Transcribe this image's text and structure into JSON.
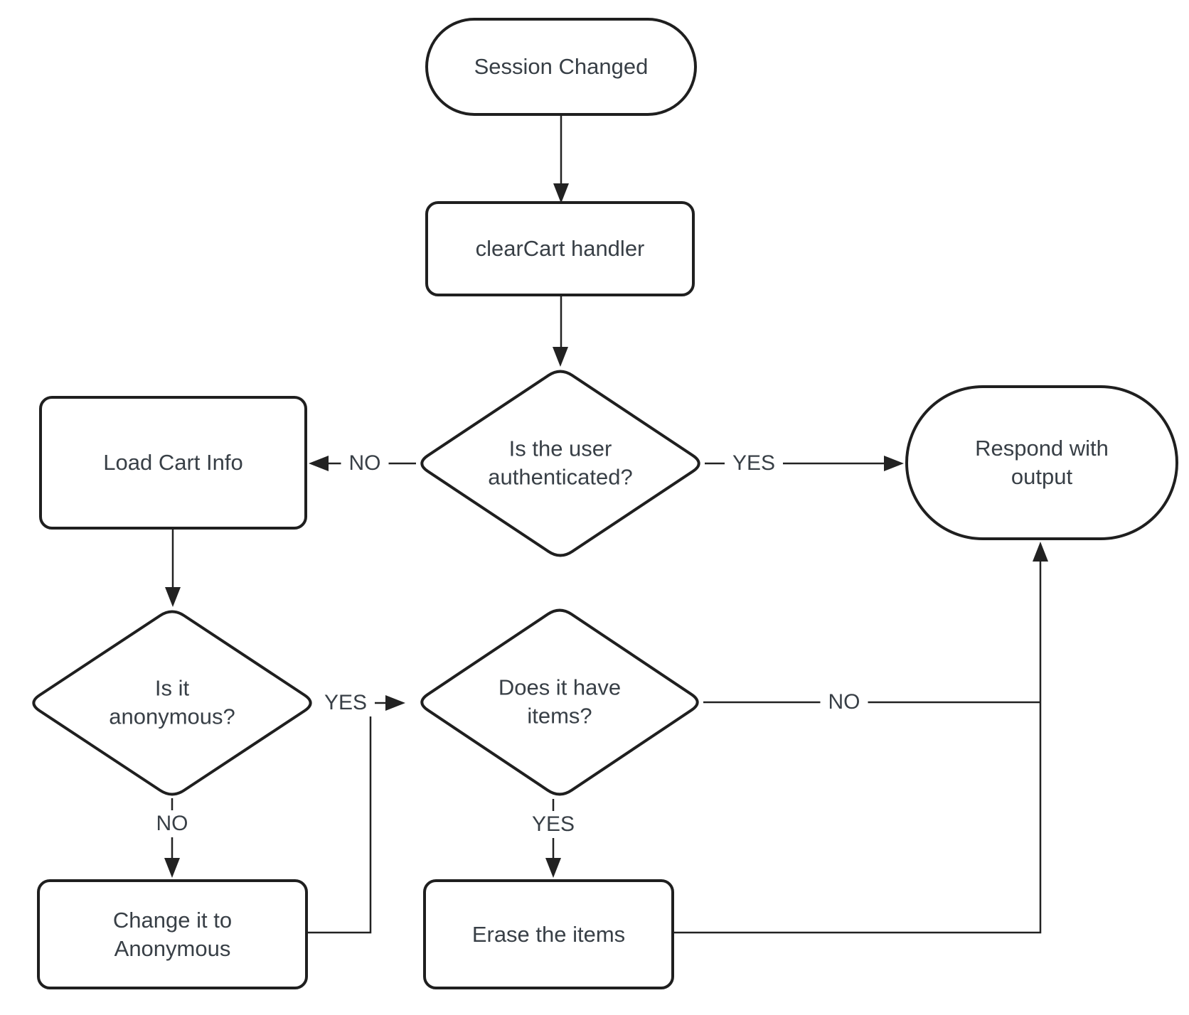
{
  "nodes": {
    "session_changed": {
      "label": "Session Changed",
      "shape": "stadium"
    },
    "clearcart_handler": {
      "label": "clearCart handler",
      "shape": "rect"
    },
    "auth_check": {
      "label": "Is the user authenticated?",
      "shape": "diamond"
    },
    "load_cart": {
      "label": "Load Cart Info",
      "shape": "rect"
    },
    "respond_output": {
      "label": "Respond with output",
      "shape": "stadium"
    },
    "anon_check": {
      "label": "Is it anonymous?",
      "shape": "diamond"
    },
    "items_check": {
      "label": "Does it have items?",
      "shape": "diamond"
    },
    "change_anonymous": {
      "label": "Change it to Anonymous",
      "shape": "rect"
    },
    "erase_items": {
      "label": "Erase the items",
      "shape": "rect"
    }
  },
  "edge_labels": {
    "auth_no": "NO",
    "auth_yes": "YES",
    "anon_yes": "YES",
    "anon_no": "NO",
    "items_yes": "YES",
    "items_no": "NO"
  },
  "colors": {
    "background": "#ffffff",
    "node_fill": "#ffffff",
    "node_border": "#1f1f1f",
    "connector": "#222222",
    "text": "#383f46"
  }
}
